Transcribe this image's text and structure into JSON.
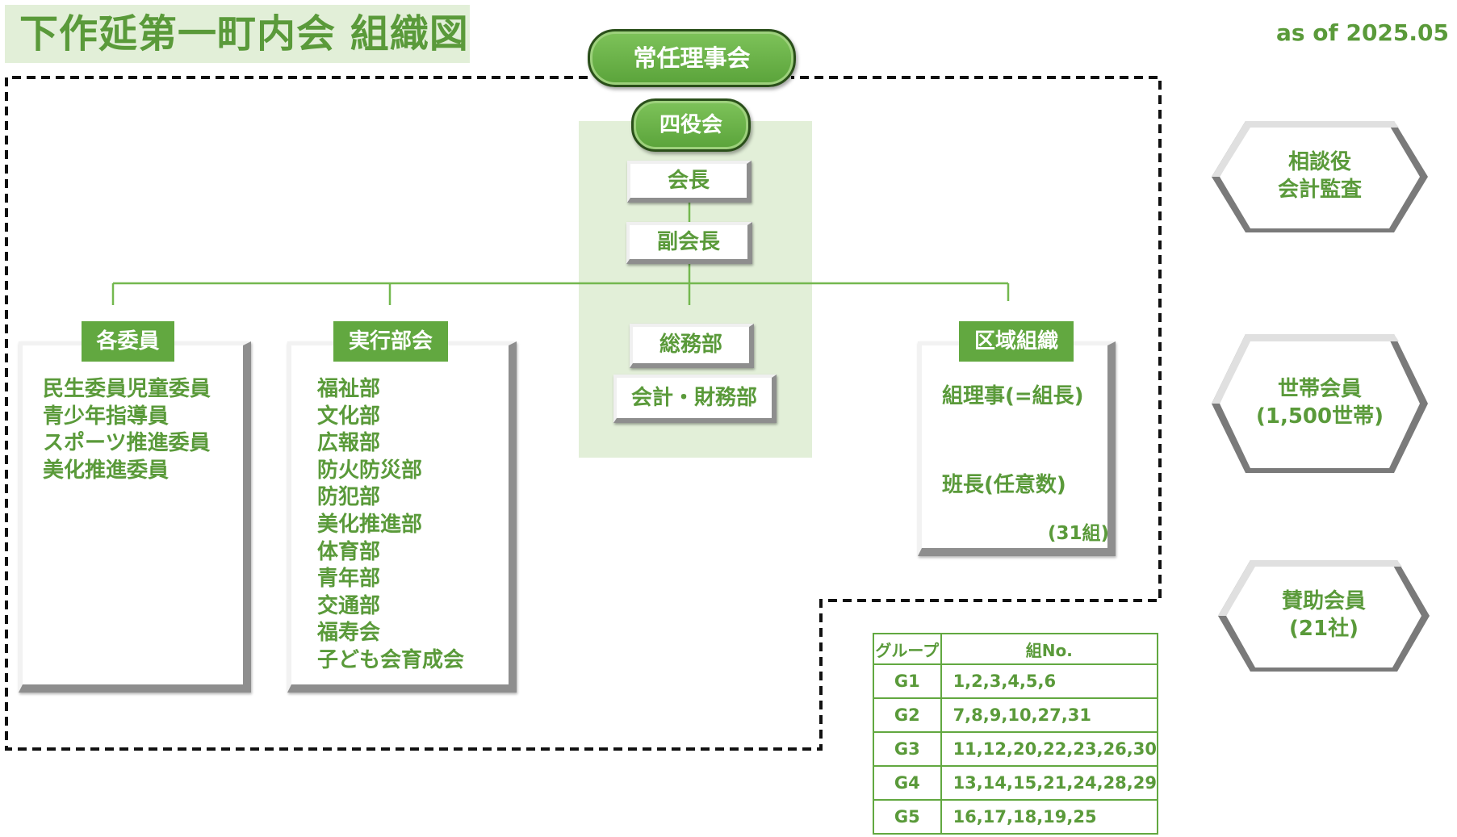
{
  "title": "下作延第一町内会 組織図",
  "as_of": "as of 2025.05",
  "top_pill": "常任理事会",
  "yakusho": {
    "label": "四役会",
    "kaicho": "会長",
    "fukukaicho": "副会長",
    "somubu": "総務部",
    "kaikei": "会計・財務部"
  },
  "iin": {
    "tag": "各委員",
    "items": [
      "民生委員児童委員",
      "青少年指導員",
      "スポーツ推進委員",
      "美化推進委員"
    ]
  },
  "jikkou": {
    "tag": "実行部会",
    "items": [
      "福祉部",
      "文化部",
      "広報部",
      "防火防災部",
      "防犯部",
      "美化推進部",
      "体育部",
      "青年部",
      "交通部",
      "福寿会",
      "子ども会育成会"
    ]
  },
  "kuiki": {
    "tag": "区域組織",
    "line1": "組理事(=組長)",
    "line2": "班長(任意数)",
    "count": "(31組)"
  },
  "side": {
    "hex1": [
      "相談役",
      "会計監査"
    ],
    "hex2": [
      "世帯会員",
      "(1,500世帯)"
    ],
    "hex3": [
      "賛助会員",
      "(21社)"
    ]
  },
  "group_table": {
    "headers": [
      "グループ",
      "組No."
    ],
    "rows": [
      [
        "G1",
        "1,2,3,4,5,6"
      ],
      [
        "G2",
        "7,8,9,10,27,31"
      ],
      [
        "G3",
        "11,12,20,22,23,26,30"
      ],
      [
        "G4",
        "13,14,15,21,24,28,29"
      ],
      [
        "G5",
        "16,17,18,19,25"
      ]
    ]
  },
  "colors": {
    "green": "#5a9a3a",
    "accent": "#62a840",
    "panel": "#e2efd8"
  }
}
